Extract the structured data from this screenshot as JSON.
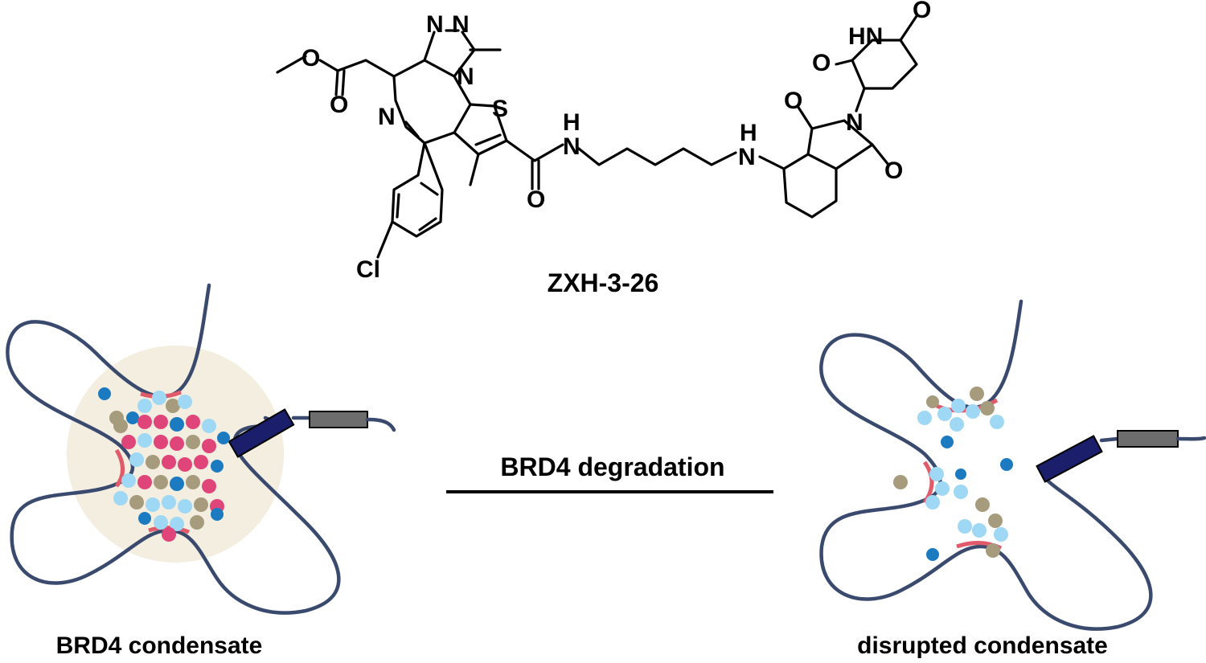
{
  "compound": {
    "name": "ZXH-3-26",
    "atoms": [
      "N",
      "N",
      "N",
      "N",
      "S",
      "O",
      "O",
      "O",
      "N",
      "H",
      "N",
      "H",
      "O",
      "O",
      "N",
      "O",
      "HN",
      "O",
      "Cl"
    ]
  },
  "arrow": {
    "label": "BRD4 degradation"
  },
  "panels": {
    "left_label": "BRD4 condensate",
    "right_label": "disrupted condensate"
  },
  "colors": {
    "chromatin": "#3a4a6e",
    "enhancer_segment": "#e05a6a",
    "brd4_pink": "#e0457a",
    "light_blue": "#9fd8f5",
    "dark_blue": "#1c7ac0",
    "tan": "#a79b7e",
    "condensate_halo": "#f3eee0",
    "gene_box_navy": "#1b1f6b",
    "gene_box_gray": "#6d6d6d"
  }
}
